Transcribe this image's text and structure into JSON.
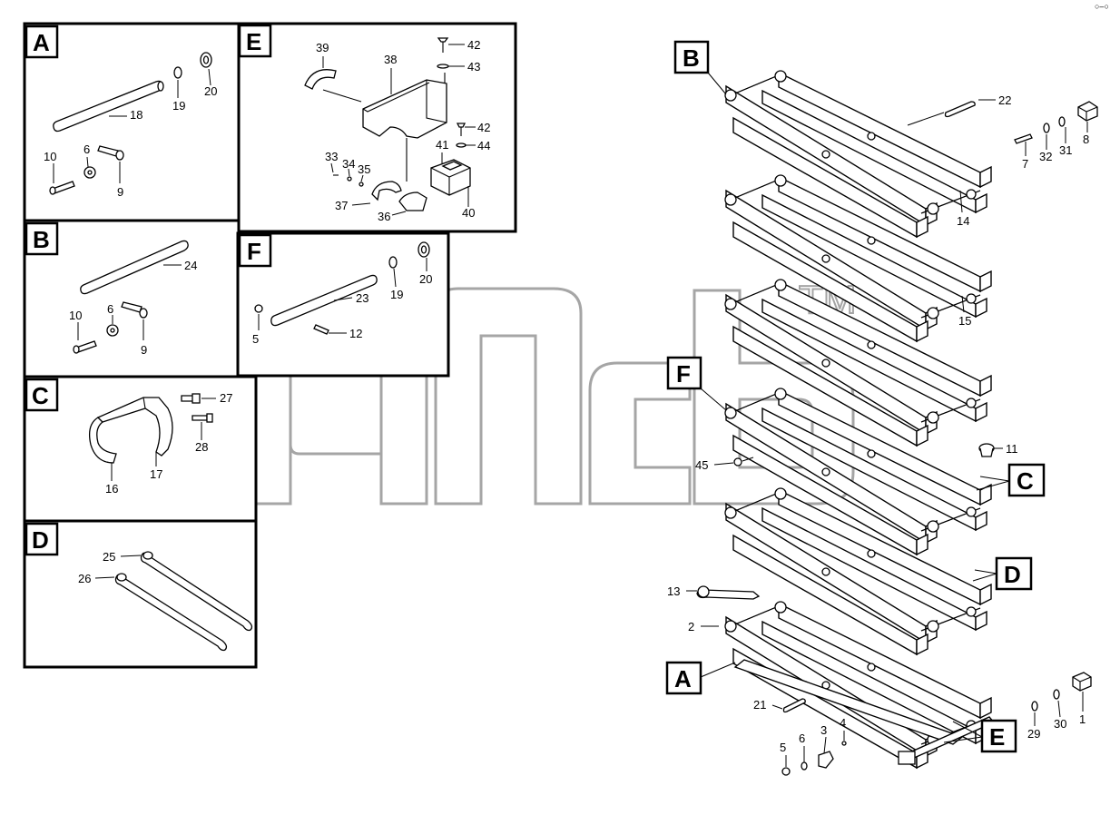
{
  "panels": {
    "A": {
      "tag": "A",
      "parts": [
        "20",
        "19",
        "18",
        "6",
        "10",
        "9"
      ]
    },
    "B": {
      "tag": "B",
      "parts": [
        "24",
        "6",
        "10",
        "9"
      ]
    },
    "C": {
      "tag": "C",
      "parts": [
        "27",
        "28",
        "17",
        "16"
      ]
    },
    "D": {
      "tag": "D",
      "parts": [
        "25",
        "26"
      ]
    },
    "E": {
      "tag": "E",
      "parts": [
        "39",
        "38",
        "42",
        "43",
        "42",
        "44",
        "33",
        "34",
        "35",
        "41",
        "37",
        "36",
        "40"
      ]
    },
    "F": {
      "tag": "F",
      "parts": [
        "20",
        "19",
        "23",
        "5",
        "12"
      ]
    }
  },
  "main": {
    "callouts": [
      "B",
      "F",
      "C",
      "D",
      "A",
      "E"
    ],
    "parts": [
      "22",
      "8",
      "7",
      "32",
      "31",
      "14",
      "15",
      "11",
      "45",
      "13",
      "2",
      "21",
      "5",
      "6",
      "3",
      "4",
      "29",
      "30",
      "1"
    ]
  },
  "watermark": {
    "text": "TM"
  },
  "corner_mark": "○–○"
}
